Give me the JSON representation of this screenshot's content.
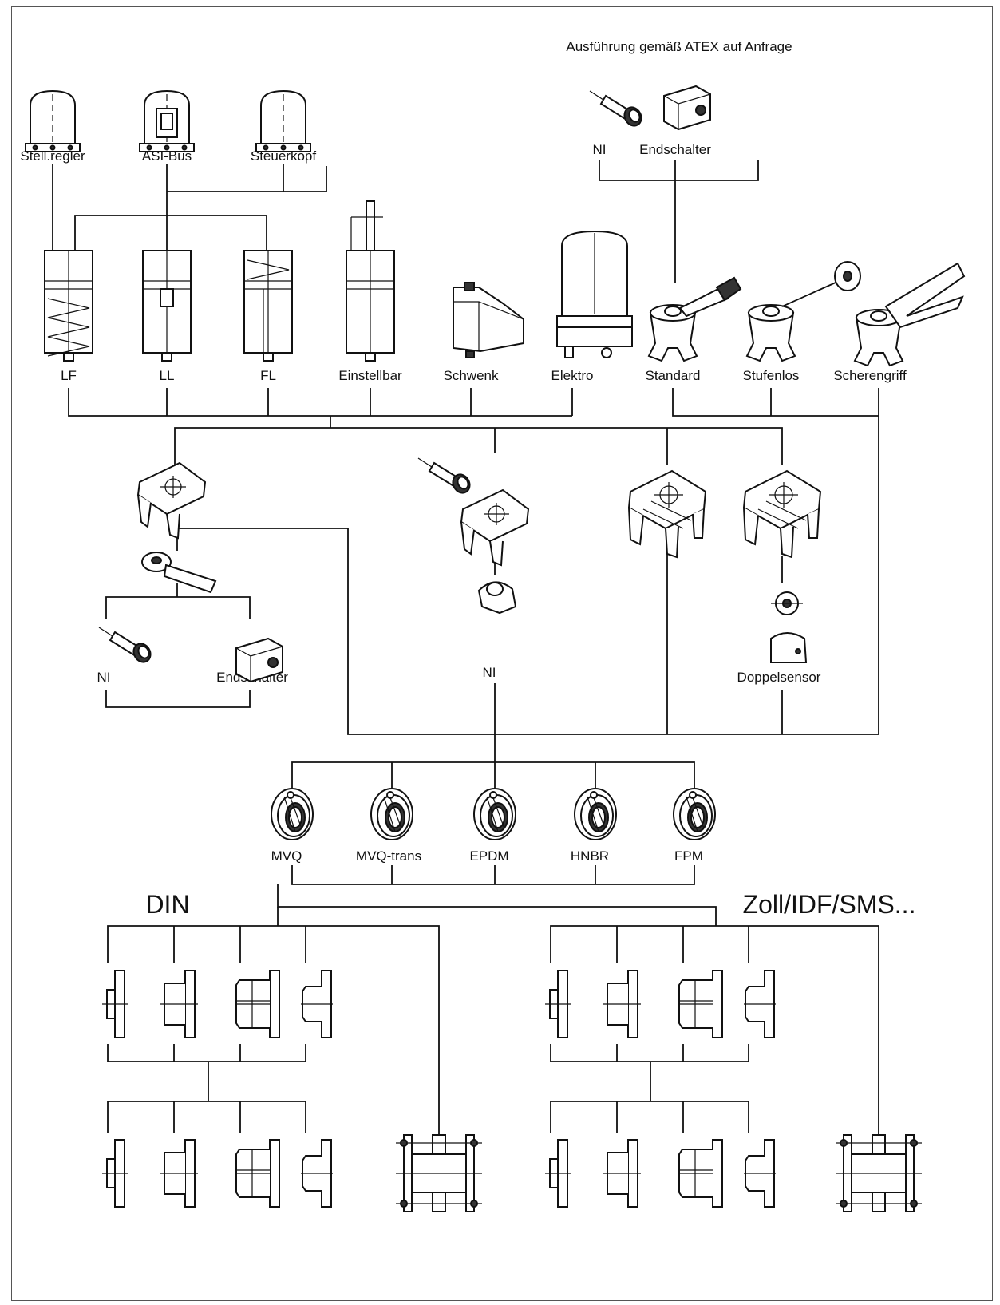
{
  "note": "Ausführung gemäß ATEX auf Anfrage",
  "top_heads": {
    "stellregler": "Stell.regler",
    "asibus": "ASI-Bus",
    "steuerkopf": "Steuerkopf"
  },
  "top_sensors": {
    "ni": "NI",
    "endschalter": "Endschalter"
  },
  "actuators": {
    "lf": "LF",
    "ll": "LL",
    "fl": "FL",
    "einstellbar": "Einstellbar",
    "schwenk": "Schwenk",
    "elektro": "Elektro"
  },
  "handles": {
    "standard": "Standard",
    "stufenlos": "Stufenlos",
    "scherengriff": "Scherengriff"
  },
  "mid_sensors": {
    "ni_left": "NI",
    "endschalter_left": "Endschalter",
    "ni_center": "NI",
    "doppelsensor": "Doppelsensor"
  },
  "seals": {
    "mvq": "MVQ",
    "mvq_trans": "MVQ-trans",
    "epdm": "EPDM",
    "hnbr": "HNBR",
    "fpm": "FPM"
  },
  "standards": {
    "din": "DIN",
    "zoll": "Zoll/IDF/SMS..."
  }
}
